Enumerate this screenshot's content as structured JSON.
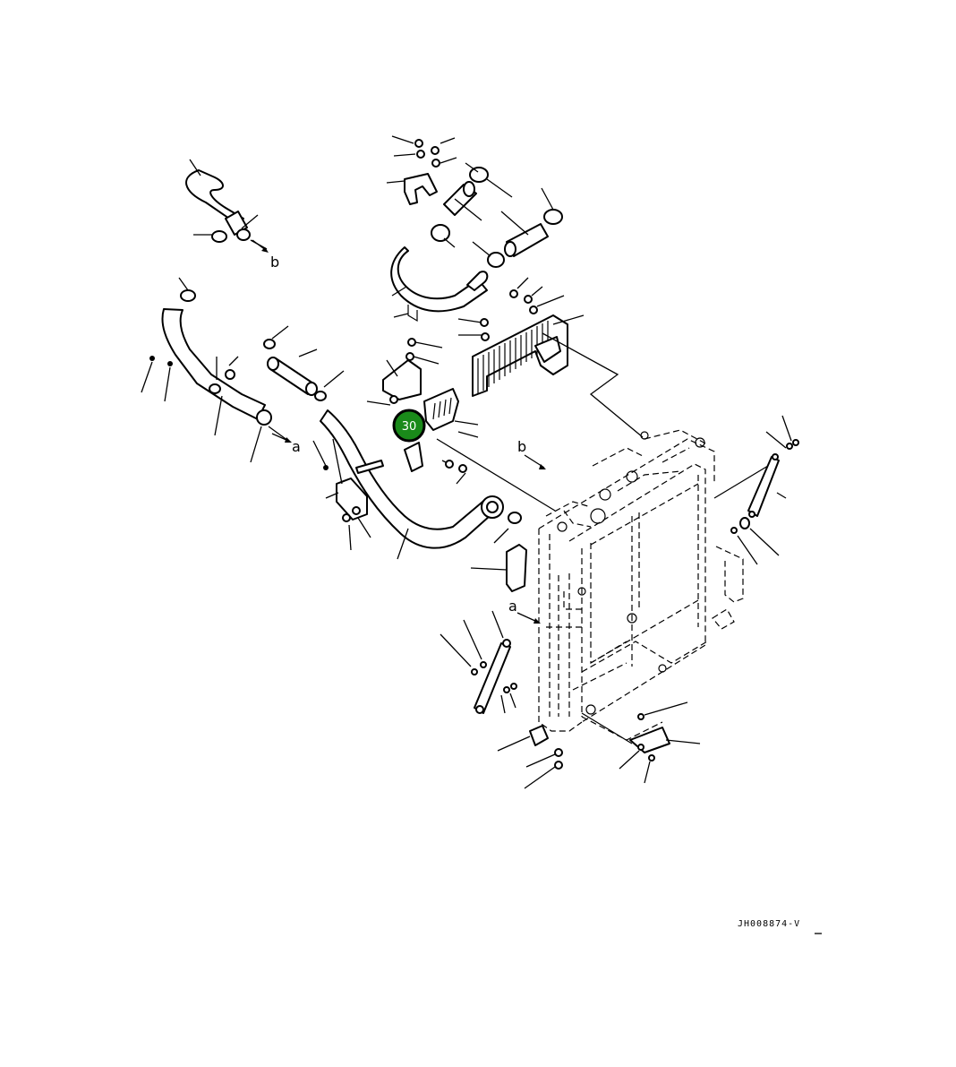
{
  "drawing": {
    "code": "JH008874-V",
    "reference_labels": [
      "a",
      "b",
      "a",
      "b"
    ],
    "highlighted_callout": {
      "number": "30",
      "color": "#1a8a1a",
      "border_color": "#000000"
    }
  }
}
